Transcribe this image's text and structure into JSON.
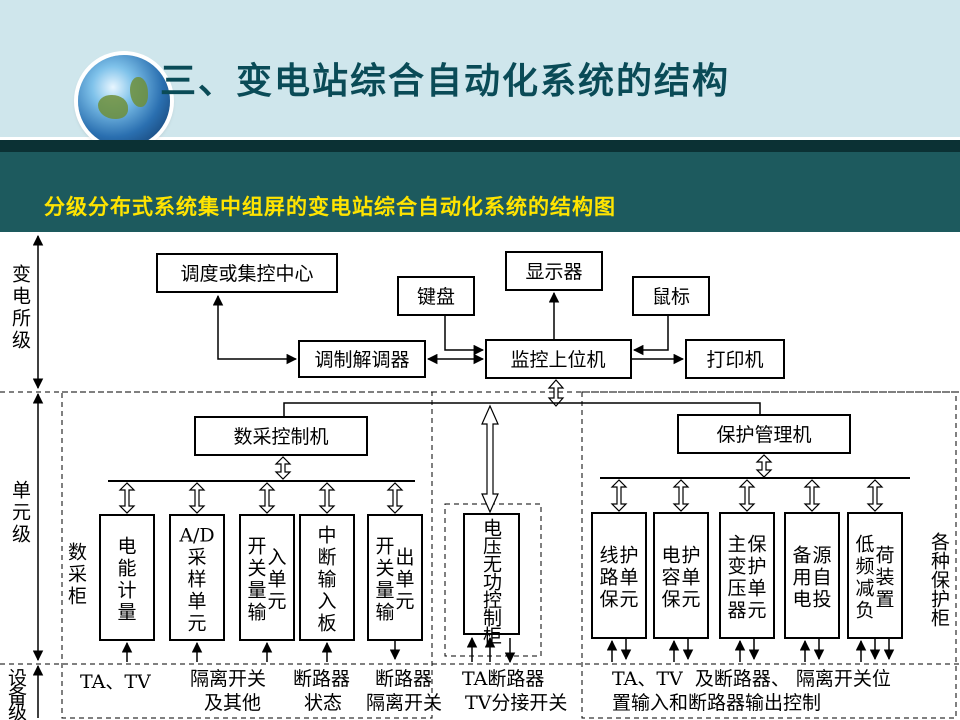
{
  "header": {
    "title": "三、变电站综合自动化系统的结构",
    "subtitle": "分级分布式系统集中组屏的变电站综合自动化系统的结构图"
  },
  "colors": {
    "header_bg": "#cfe6ec",
    "title": "#0a4b57",
    "band": "#1d5a5e",
    "subtitle": "#ffe400"
  },
  "levels": {
    "station": "变电所级",
    "unit": "单元级",
    "device": "设备级"
  },
  "station_level": {
    "dispatch": "调度或集控中心",
    "display": "显示器",
    "keyboard": "键盘",
    "mouse": "鼠标",
    "modem": "调制解调器",
    "host": "监控上位机",
    "printer": "打印机"
  },
  "data_cabinet": {
    "label": "数采柜",
    "controller": "数采控制机",
    "units": [
      "电能计量",
      "A/D采样单元",
      "开关量输入单元",
      "中断输入板",
      "开关量输出单元"
    ]
  },
  "voltage_cabinet": {
    "label": "电压无功控制柜"
  },
  "protection_cabinet": {
    "label": "各种保护柜",
    "controller": "保护管理机",
    "units": [
      "线路保护单元",
      "电容保护单元",
      "主变压器保护单元",
      "备用电源自投",
      "低频减负荷装置"
    ]
  },
  "device_level": {
    "ta_tv": "TA、TV",
    "isolation_other": [
      "隔离开关",
      "及其他"
    ],
    "breaker_status": [
      "断路器",
      "状态"
    ],
    "breaker_isolation": [
      "断路器",
      "隔离开关"
    ],
    "ta_breaker": "TA断路器",
    "tv_tap": "TV分接开关",
    "prot_line1": "TA、TV  及断路器、 隔离开关位",
    "prot_line2": "置输入和断路器输出控制"
  }
}
